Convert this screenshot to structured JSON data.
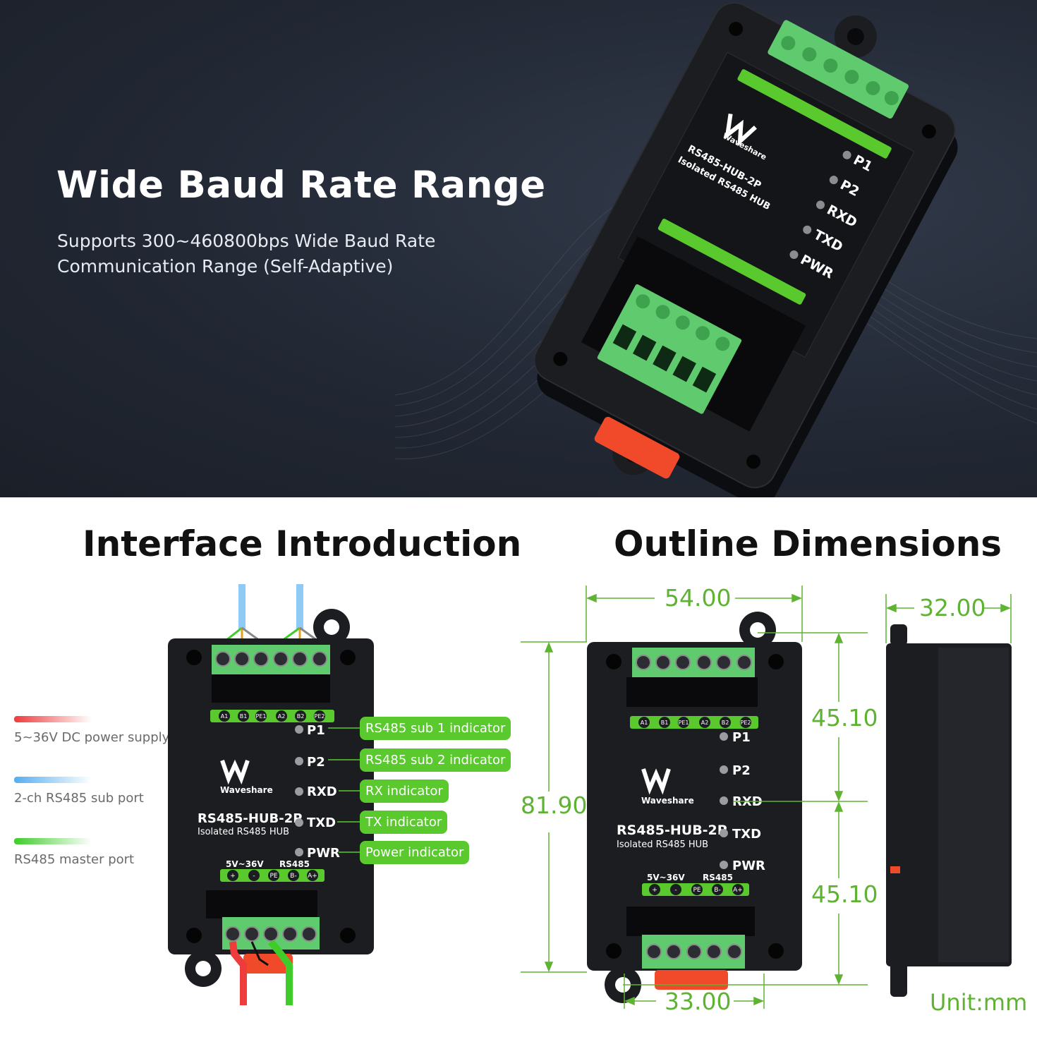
{
  "hero": {
    "title": "Wide Baud Rate Range",
    "subtitle_lines": [
      "Supports 300~460800bps Wide Baud Rate",
      "Communication Range (Self-Adaptive)"
    ]
  },
  "device": {
    "brand": "Waveshare",
    "model": "RS485-HUB-2P",
    "model_sub": "Isolated RS485 HUB",
    "top_pins": [
      "A1",
      "B1",
      "PE1",
      "A2",
      "B2",
      "PE2"
    ],
    "bottom_pins": [
      "+",
      "-",
      "PE",
      "B-",
      "A+"
    ],
    "power_label": "5V~36V",
    "rs485_label": "RS485",
    "leds": [
      "P1",
      "P2",
      "RXD",
      "TXD",
      "PWR"
    ]
  },
  "interface": {
    "title": "Interface Introduction",
    "legend": [
      {
        "label": "5~36V DC power supply",
        "color": "#ee3b3b"
      },
      {
        "label": "2-ch RS485 sub port",
        "color": "#55aef0"
      },
      {
        "label": "RS485 master port",
        "color": "#3fcc2a"
      }
    ],
    "callouts": [
      "RS485 sub 1 indicator",
      "RS485 sub 2 indicator",
      "RX indicator",
      "TX indicator",
      "Power indicator"
    ]
  },
  "dimensions": {
    "title": "Outline Dimensions",
    "width": "54.00",
    "depth": "32.00",
    "height": "81.90",
    "upper_half": "45.10",
    "lower_half": "45.10",
    "bottom_width": "33.00",
    "unit": "Unit:mm"
  },
  "colors": {
    "accent_green": "#5ac92e",
    "dim_green": "#5eb333",
    "terminal_green": "#5fcb6e",
    "power_red": "#ee3b3b",
    "port_blue": "#55aef0"
  }
}
